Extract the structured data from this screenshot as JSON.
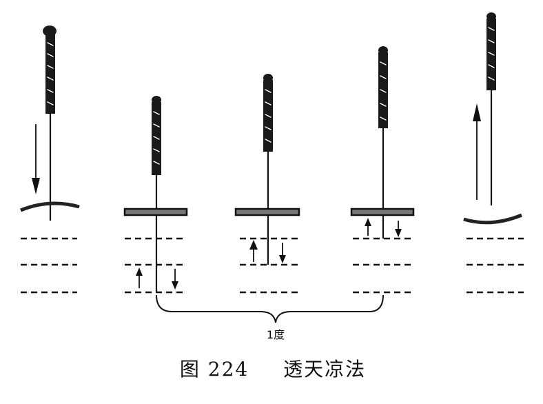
{
  "figure": {
    "depth_label": "1度",
    "caption_number": "图 224",
    "caption_title": "透天凉法"
  },
  "panels": [
    {
      "name": "stage-1-insertion",
      "arrows": [
        "down"
      ]
    },
    {
      "name": "stage-2-deep-layer",
      "arrows": [
        "up",
        "down"
      ]
    },
    {
      "name": "stage-3-middle-layer",
      "arrows": [
        "up",
        "down"
      ]
    },
    {
      "name": "stage-4-shallow-layer",
      "arrows": [
        "up",
        "down"
      ]
    },
    {
      "name": "stage-5-withdrawal",
      "arrows": [
        "up"
      ]
    }
  ]
}
